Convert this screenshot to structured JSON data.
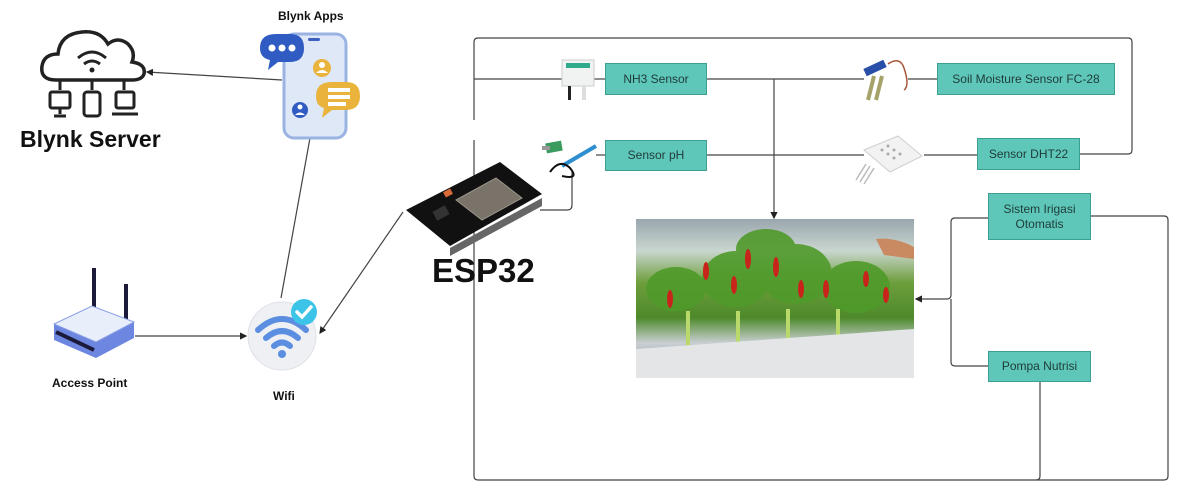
{
  "nodes": {
    "blynk_server": "Blynk Server",
    "blynk_apps": "Blynk Apps",
    "access_point": "Access Point",
    "wifi": "Wifi",
    "esp32": "ESP32"
  },
  "boxes": {
    "nh3": "NH3 Sensor",
    "ph": "Sensor pH",
    "soil": "Soil Moisture Sensor FC-28",
    "dht": "Sensor DHT22",
    "irigasi": "Sistem Irigasi Otomatis",
    "pompa": "Pompa Nutrisi"
  },
  "colors": {
    "box_fill": "#5ec7b9",
    "box_border": "#3c9f92",
    "line": "#444444"
  }
}
